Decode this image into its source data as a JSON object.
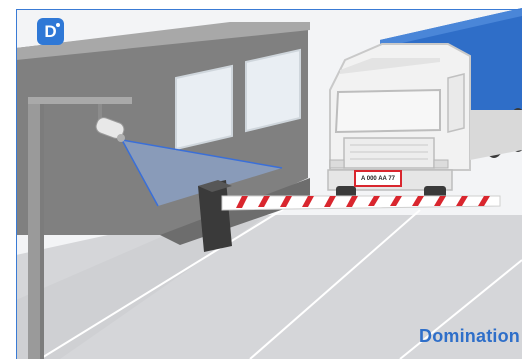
{
  "logo": {
    "letter": "D"
  },
  "truck": {
    "plate_text": "A 000 AA 77"
  },
  "watermark": {
    "text": "Domination"
  },
  "colors": {
    "accent": "#2f78d6",
    "plate_frame": "#d9262e",
    "barrier_stripe": "#d9262e",
    "camera_beam": "#3a6fd8"
  }
}
